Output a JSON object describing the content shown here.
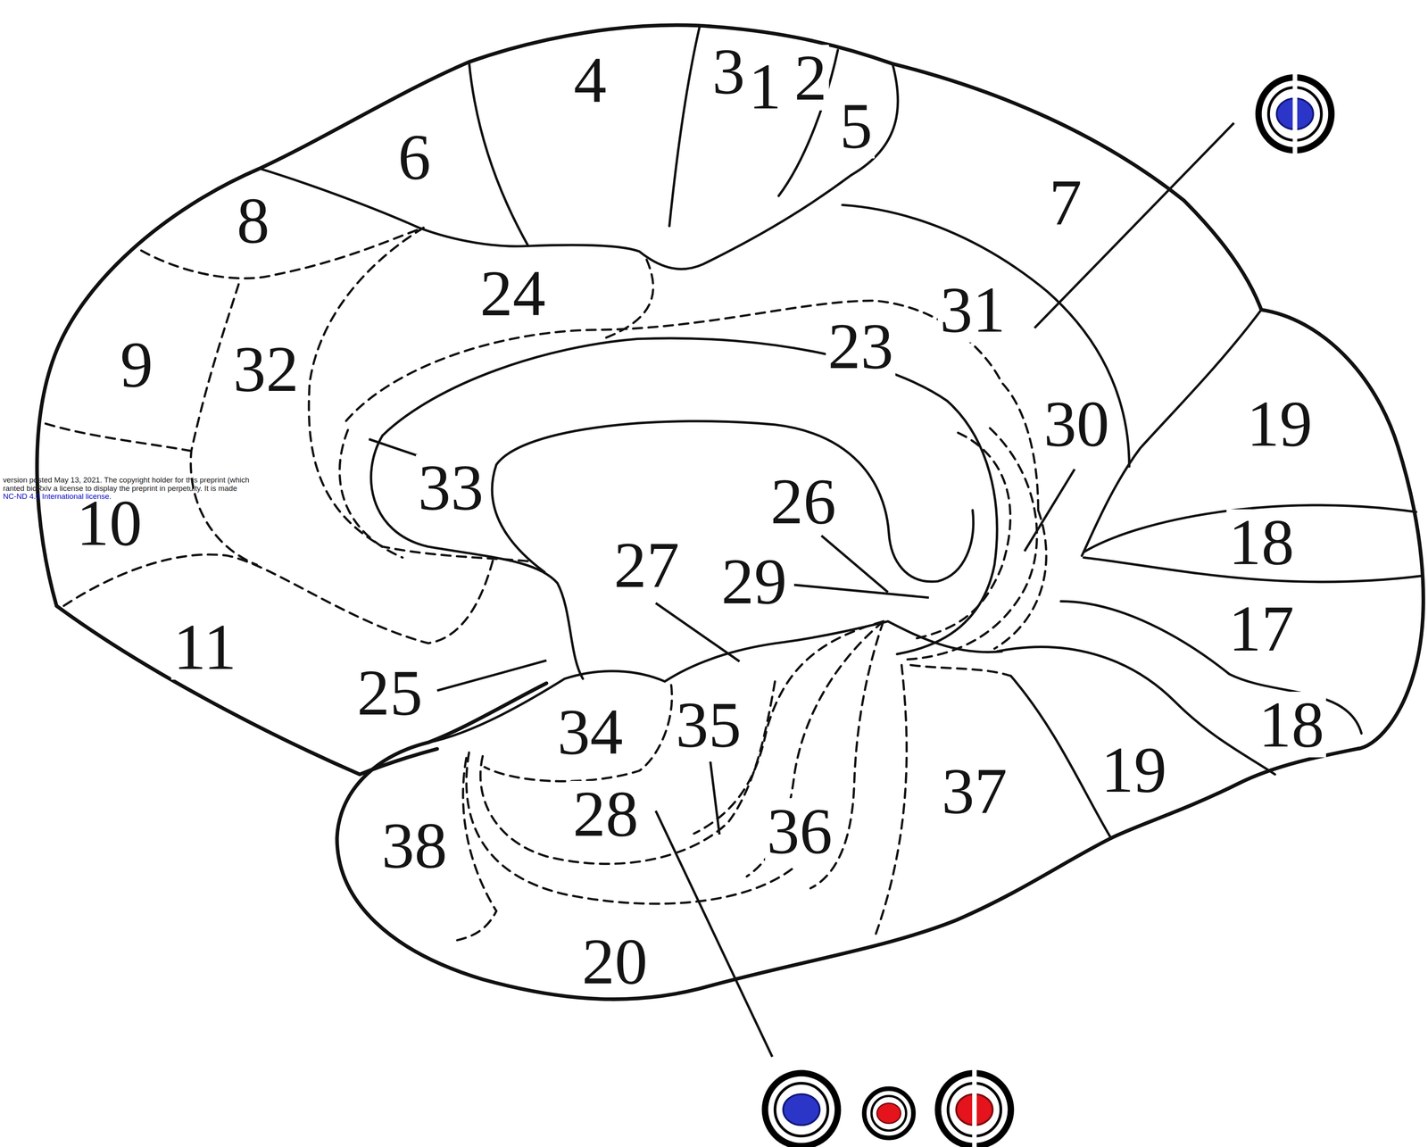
{
  "diagram": {
    "labels": [
      "4",
      "3",
      "1",
      "2",
      "5",
      "6",
      "7",
      "8",
      "24",
      "31",
      "23",
      "9",
      "32",
      "30",
      "19",
      "33",
      "26",
      "10",
      "18",
      "27",
      "29",
      "17",
      "11",
      "25",
      "34",
      "35",
      "18",
      "19",
      "37",
      "28",
      "36",
      "38",
      "20",
      "version posted May 13, 2021. The copyright holder for this preprint (which",
      "ranted bioRxiv a license to display the preprint in perpetuity. It is made",
      "NC-ND 4.0 International license."
    ]
  }
}
